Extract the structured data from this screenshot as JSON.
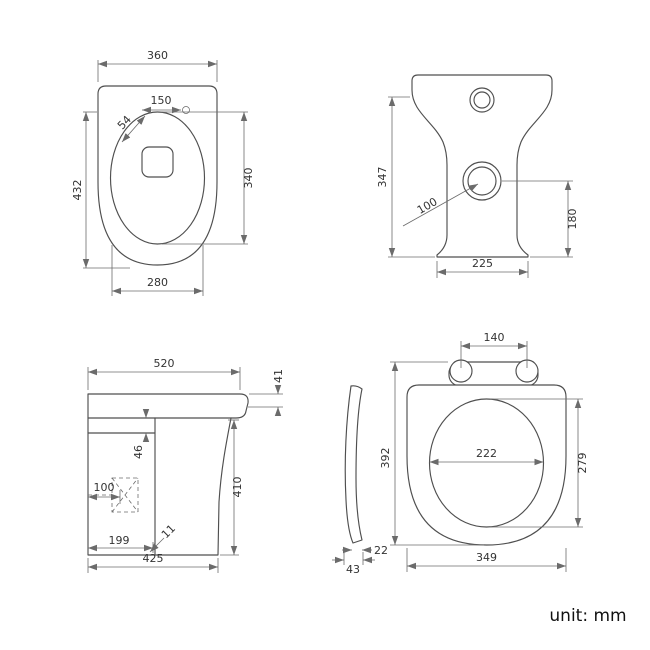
{
  "unit_label": "unit: mm",
  "views": {
    "plan": {
      "overall_width": "360",
      "offset_150": "150",
      "offset_54": "54",
      "overall_depth": "432",
      "bowl_depth": "340",
      "base_width": "280"
    },
    "front": {
      "height": "347",
      "offset_100": "100",
      "outlet_height": "180",
      "base_width": "225"
    },
    "side": {
      "overall_depth": "520",
      "lid_thickness": "41",
      "offset_46": "46",
      "offset_100": "100",
      "height": "410",
      "offset_199": "199",
      "base_depth": "425",
      "offset_11": "11"
    },
    "seat": {
      "hinge_spacing": "140",
      "overall_length": "392",
      "inner_width": "222",
      "inner_length": "279",
      "overall_width": "349",
      "side_bottom_width": "43",
      "thickness": "22"
    }
  }
}
